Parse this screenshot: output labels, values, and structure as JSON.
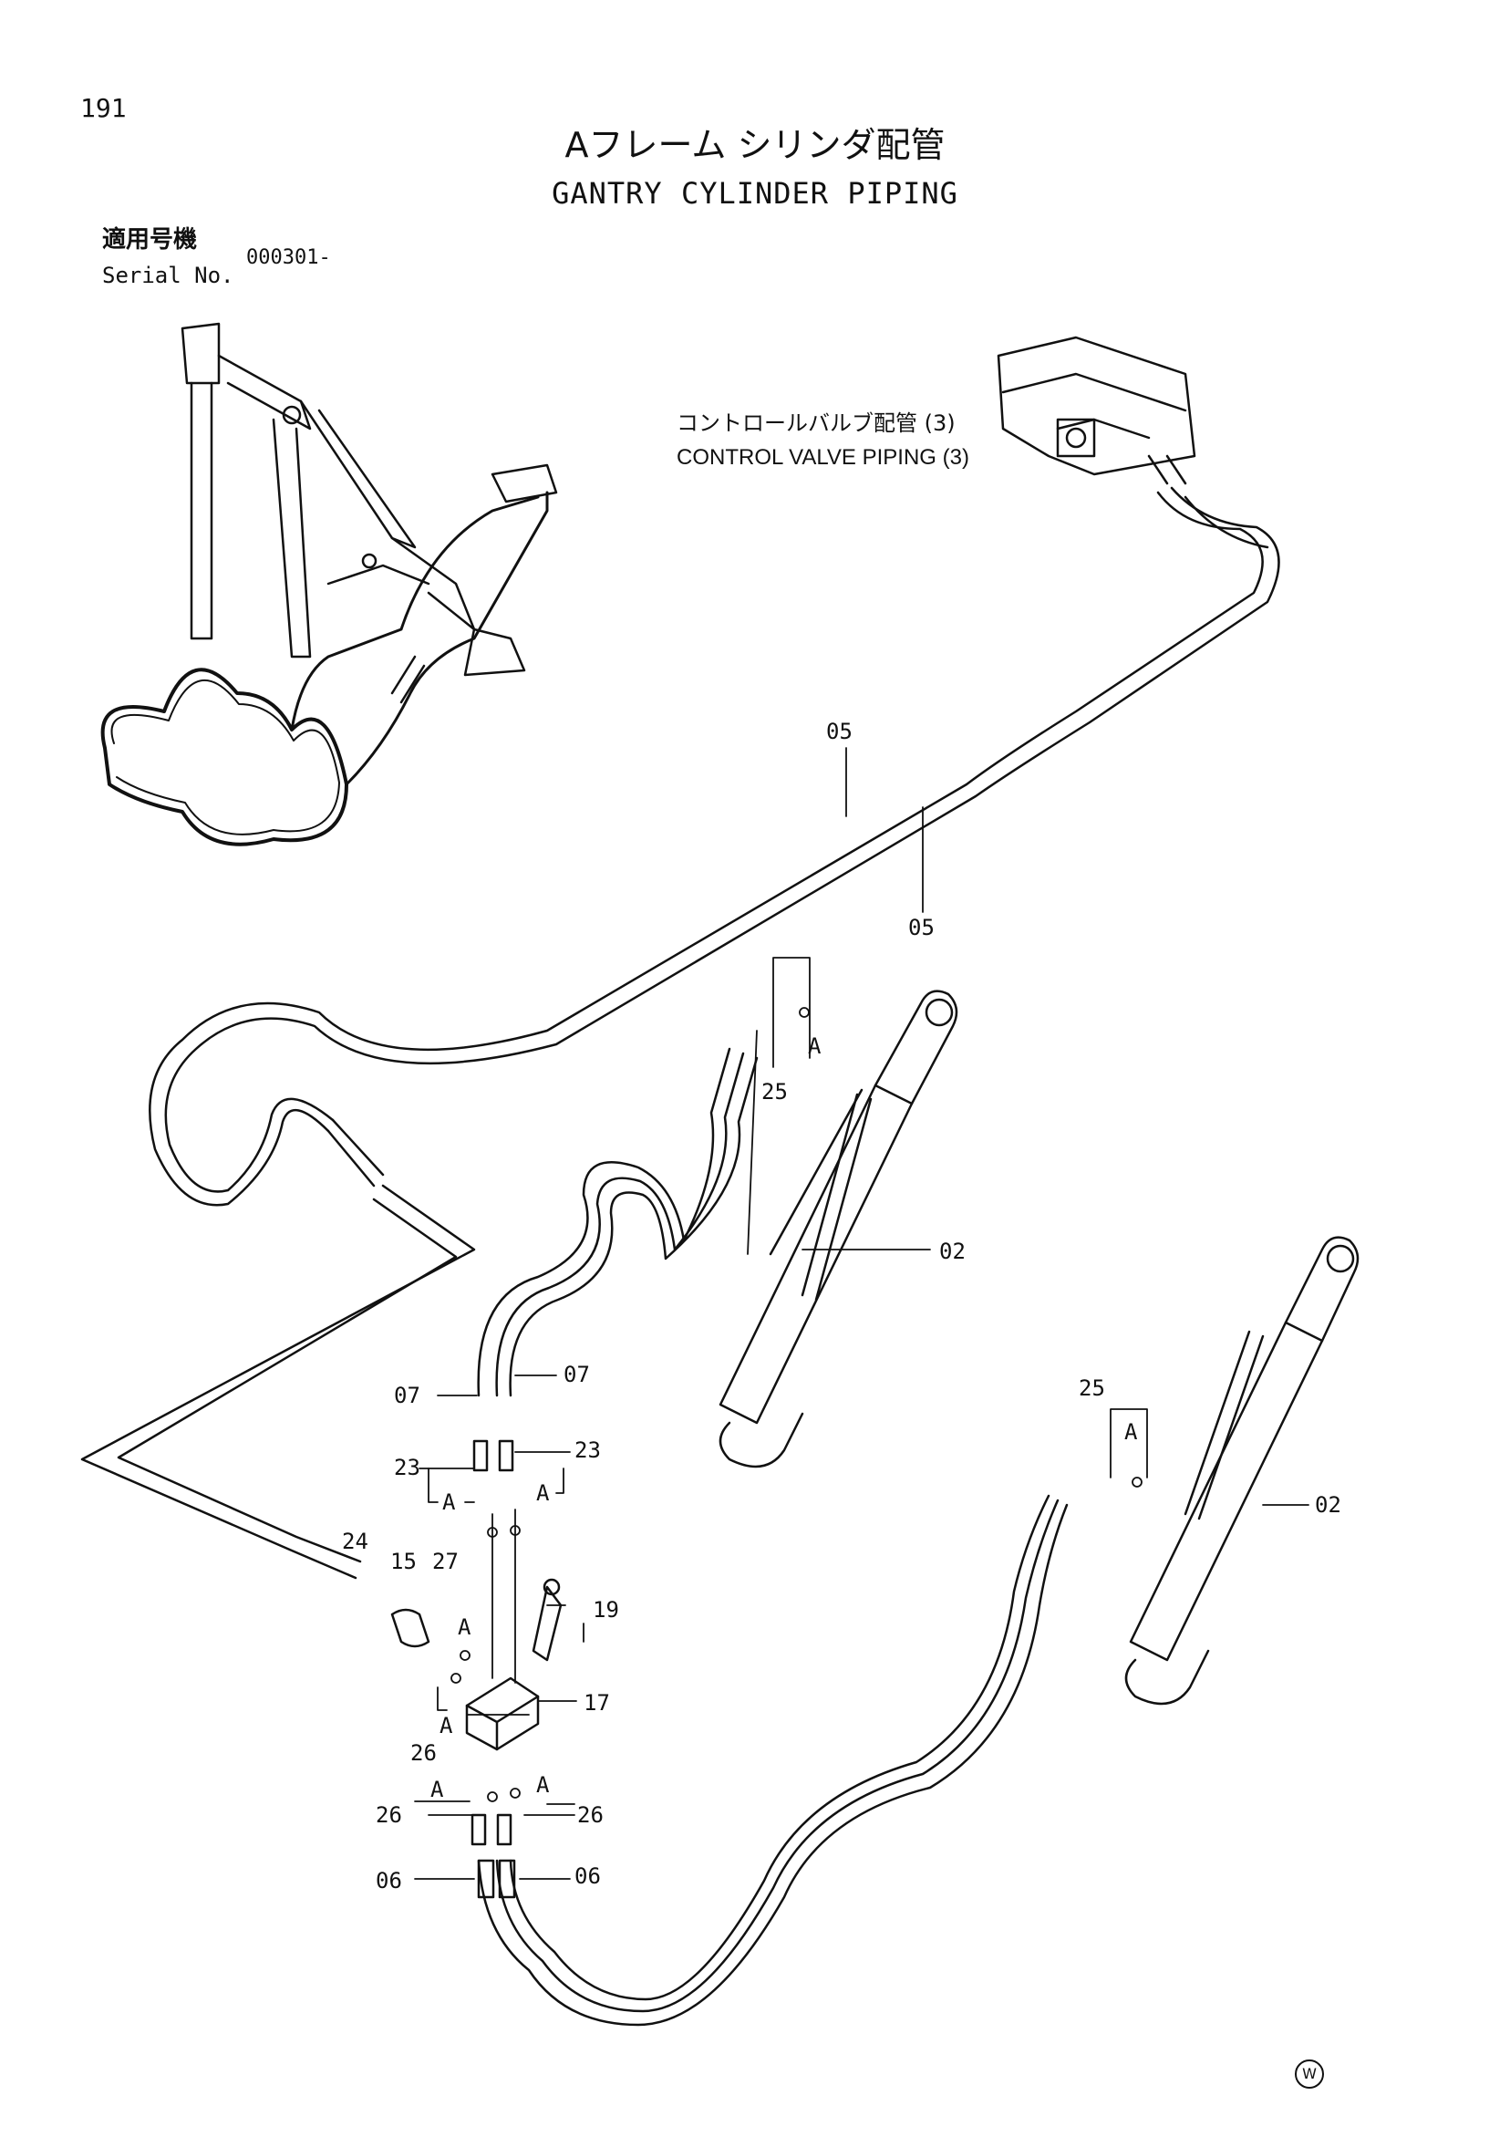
{
  "page_number": "191",
  "title": {
    "jp": "Aフレーム シリンダ配管",
    "en": "GANTRY CYLINDER PIPING"
  },
  "serial": {
    "jp_label": "適用号機",
    "en_label": "Serial No.",
    "value": "000301-"
  },
  "reference": {
    "jp": "コントロールバルブ配管 (3)",
    "en": "CONTROL VALVE PIPING (3)"
  },
  "callouts": {
    "c05a": "05",
    "c05b": "05",
    "c25a": "25",
    "c25b": "25",
    "c02a": "02",
    "c02b": "02",
    "c07a": "07",
    "c07b": "07",
    "c23a": "23",
    "c23b": "23",
    "cAa": "A",
    "cAb": "A",
    "cAc": "A",
    "cAd": "A",
    "cAe": "A",
    "cAf": "A",
    "cAg": "A",
    "cAh": "A",
    "c24": "24",
    "c15": "15",
    "c27": "27",
    "c19": "19",
    "c17": "17",
    "c26a": "26",
    "c26b": "26",
    "c26c": "26",
    "c06a": "06",
    "c06b": "06"
  },
  "mark": "W"
}
